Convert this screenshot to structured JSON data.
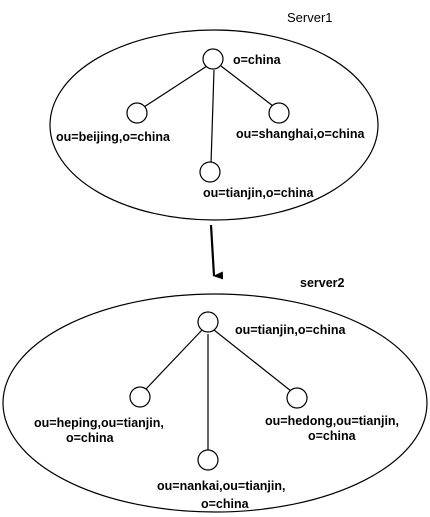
{
  "colors": {
    "stroke": "#000000",
    "background": "#ffffff",
    "text": "#000000"
  },
  "server1": {
    "title": "Server1",
    "root": "o=china",
    "children": [
      "ou=beijing,o=china",
      "ou=tianjin,o=china",
      "ou=shanghai,o=china"
    ]
  },
  "server2": {
    "title": "server2",
    "root": "ou=tianjin,o=china",
    "children": [
      {
        "line1": "ou=heping,ou=tianjin,",
        "line2": "o=china"
      },
      {
        "line1": "ou=nankai,ou=tianjin,",
        "line2": "o=china"
      },
      {
        "line1": "ou=hedong,ou=tianjin,",
        "line2": "o=china"
      }
    ]
  }
}
